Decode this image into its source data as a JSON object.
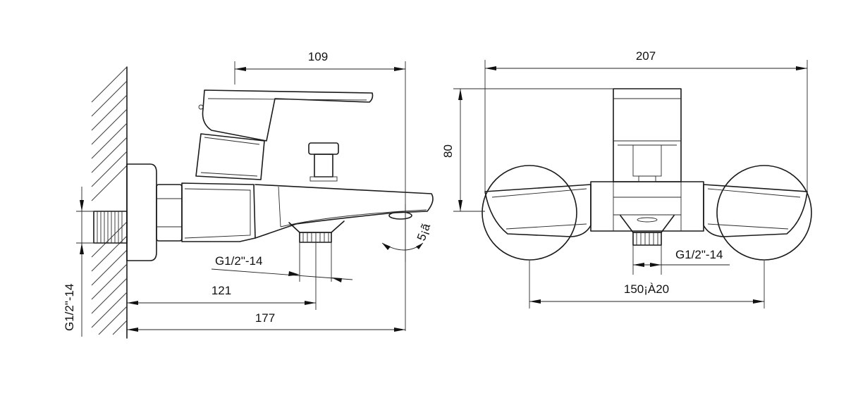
{
  "side_view": {
    "dim_top": "109",
    "dim_outlet": "G1/2\"-14",
    "dim_spout_inlet": "121",
    "dim_total": "177",
    "dim_wall_thread": "G1/2\"-14",
    "dim_angle": "5¡ã"
  },
  "front_view": {
    "dim_width": "207",
    "dim_height": "80",
    "dim_outlet": "G1/2\"-14",
    "dim_centers": "150¡À20"
  }
}
